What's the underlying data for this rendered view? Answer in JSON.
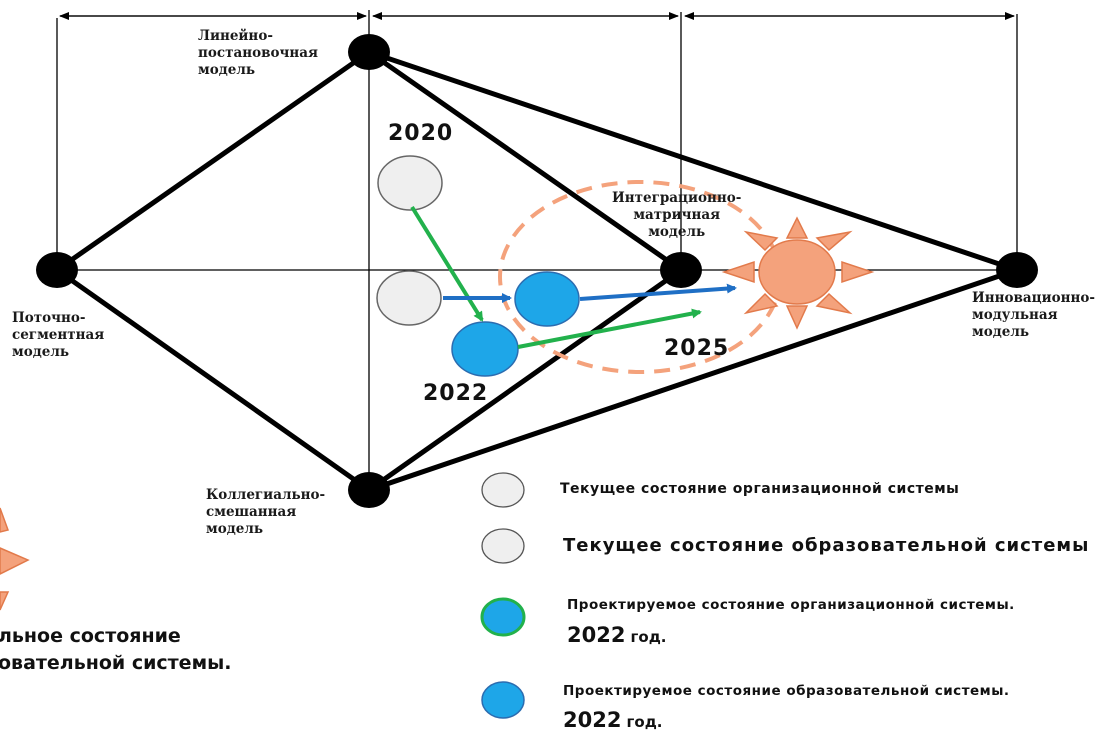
{
  "nodes": {
    "linear": "Линейно-\nпостановочная\nмодель",
    "integration": "Интеграционно-\nматричная\nмодель",
    "flow": "Поточно-\nсегментная\nмодель",
    "innovation": "Инновационно-\nмодульная\nмодель",
    "collegial": "Коллегиально-\nсмешанная\nмодель"
  },
  "years": {
    "y2020": "2020",
    "y2022": "2022",
    "y2025": "2025"
  },
  "legend": {
    "current_org": "Текущее состояние организационной системы",
    "current_edu": "Текущее состояние образовательной системы",
    "proj_org": "Проектируемое состояние организационной системы.",
    "proj_org_year": "2022",
    "proj_org_god": "год.",
    "proj_edu": "Проектируемое состояние образовательной системы.",
    "proj_edu_year": "2022",
    "proj_edu_god": "год.",
    "ideal_line1": "льное состояние",
    "ideal_line2": "овательной системы."
  },
  "colors": {
    "current_fill": "#efefef",
    "projected_fill": "#1ea6e8",
    "projected_org_stroke": "#22b14c",
    "sun_fill": "#f4a27c",
    "arrow_blue": "#1f6fc5",
    "arrow_green": "#22b14c",
    "dashed_circle": "#f4a27c"
  }
}
